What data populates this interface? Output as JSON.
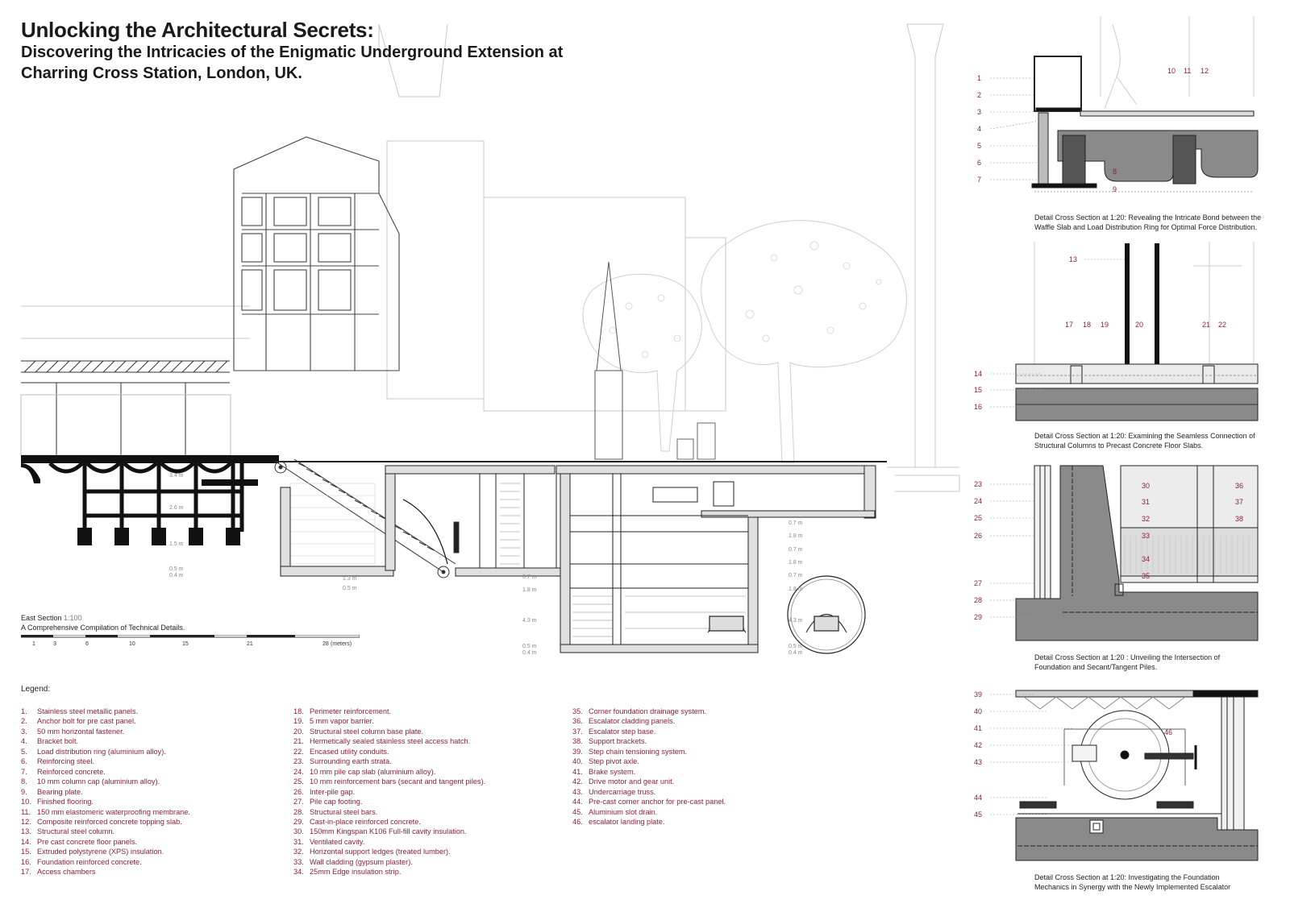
{
  "title": {
    "line1": "Unlocking the Architectural Secrets:",
    "line2": "Discovering the Intricacies of the Enigmatic Underground Extension at",
    "line3": "Charring Cross Station, London, UK."
  },
  "east_section": {
    "caption_main": "East Section",
    "caption_scale": "1:100",
    "caption_sub": "A Comprehensive Compilation of Technical Details.",
    "scale_ticks": [
      "1",
      "3",
      "6",
      "10",
      "15",
      "21",
      "28"
    ],
    "scale_unit": "(meters)",
    "dims_left": [
      "3.4 m",
      "2.6 m",
      "1.5 m",
      "0.5 m",
      "0.4 m",
      "1.3 m",
      "0.5 m"
    ],
    "dims_center": [
      "0.7 m",
      "1.8 m",
      "4.3 m",
      "0.5 m",
      "0.4 m"
    ],
    "dims_right": [
      "0.7 m",
      "1.8 m",
      "0.7 m",
      "1.8 m",
      "0.7 m",
      "1.8 m",
      "4.3 m",
      "0.5 m",
      "0.4 m"
    ]
  },
  "legend": {
    "title": "Legend:",
    "col1": [
      {
        "n": "1.",
        "t": "Stainless steel metallic panels."
      },
      {
        "n": "2.",
        "t": "Anchor bolt for pre cast panel."
      },
      {
        "n": "3.",
        "t": "50 mm horizontal fastener."
      },
      {
        "n": "4.",
        "t": "Bracket bolt."
      },
      {
        "n": "5.",
        "t": "Load distribution ring (aluminium alloy)."
      },
      {
        "n": "6.",
        "t": "Reinforcing steel."
      },
      {
        "n": "7.",
        "t": "Reinforced concrete."
      },
      {
        "n": "8.",
        "t": "10 mm column cap (aluminium alloy)."
      },
      {
        "n": "9.",
        "t": "Bearing plate."
      },
      {
        "n": "10.",
        "t": "Finished flooring."
      },
      {
        "n": "11.",
        "t": "150 mm elastomeric waterproofing membrane."
      },
      {
        "n": "12.",
        "t": "Composite reinforced concrete topping slab."
      },
      {
        "n": "13.",
        "t": "Structural steel column."
      },
      {
        "n": "14.",
        "t": "Pre cast concrete floor panels."
      },
      {
        "n": "15.",
        "t": "Extruded polystyrene (XPS) insulation."
      },
      {
        "n": "16.",
        "t": "Foundation reinforced concrete."
      },
      {
        "n": "17.",
        "t": "Access chambers"
      }
    ],
    "col2": [
      {
        "n": "18.",
        "t": "Perimeter reinforcement."
      },
      {
        "n": "19.",
        "t": "5 mm vapor barrier."
      },
      {
        "n": "20.",
        "t": "Structural steel column base plate."
      },
      {
        "n": "21.",
        "t": "Hermetically sealed stainless steel access hatch."
      },
      {
        "n": "22.",
        "t": "Encased utility conduits."
      },
      {
        "n": "23.",
        "t": "Surrounding earth strata."
      },
      {
        "n": "24.",
        "t": "10 mm pile cap slab (aluminium alloy)."
      },
      {
        "n": "25.",
        "t": "10 mm reinforcement bars (secant and tangent piles)."
      },
      {
        "n": "26.",
        "t": "Inter-pile gap."
      },
      {
        "n": "27.",
        "t": "Pile cap footing."
      },
      {
        "n": "28.",
        "t": "Structural steel bars."
      },
      {
        "n": "29.",
        "t": "Cast-in-place reinforced concrete."
      },
      {
        "n": "30.",
        "t": "150mm Kingspan K106 Full-fill cavity insulation."
      },
      {
        "n": "31.",
        "t": "Ventilated cavity."
      },
      {
        "n": "32.",
        "t": "Horizontal support ledges (treated lumber)."
      },
      {
        "n": "33.",
        "t": "Wall cladding (gypsum plaster)."
      },
      {
        "n": "34.",
        "t": "25mm Edge insulation strip."
      }
    ],
    "col3": [
      {
        "n": "35.",
        "t": "Corner foundation drainage system."
      },
      {
        "n": "36.",
        "t": "Escalator cladding panels."
      },
      {
        "n": "37.",
        "t": "Escalator step base."
      },
      {
        "n": "38.",
        "t": "Support brackets."
      },
      {
        "n": "39.",
        "t": "Step chain tensioning system."
      },
      {
        "n": "40.",
        "t": "Step pivot axle."
      },
      {
        "n": "41.",
        "t": "Brake system."
      },
      {
        "n": "42.",
        "t": "Drive motor and gear unit."
      },
      {
        "n": "43.",
        "t": "Undercarriage truss."
      },
      {
        "n": "44.",
        "t": "Pre-cast corner anchor for pre-cast panel."
      },
      {
        "n": "45.",
        "t": "Aluminium slot drain."
      },
      {
        "n": "46.",
        "t": "escalator landing plate."
      }
    ]
  },
  "details": {
    "d1": {
      "caption1": "Detail Cross Section at 1:20: Revealing the Intricate Bond between the",
      "caption2": "Waffle Slab and Load Distribution Ring for Optimal Force Distribution.",
      "left_nums": [
        "1",
        "2",
        "3",
        "4",
        "5",
        "6",
        "7"
      ],
      "inner_nums": [
        "8",
        "9",
        "10",
        "11",
        "12"
      ]
    },
    "d2": {
      "caption1": "Detail Cross Section at 1:20: Examining the Seamless Connection of",
      "caption2": "Structural Columns to Precast Concrete Floor Slabs.",
      "left_nums": [
        "14",
        "15",
        "16"
      ],
      "inner_nums": [
        "13",
        "17",
        "18",
        "19",
        "20",
        "21",
        "22"
      ]
    },
    "d3": {
      "caption1": "Detail Cross Section at 1:20 : Unveiling the Intersection of",
      "caption2": "Foundation and Secant/Tangent Piles.",
      "left_nums": [
        "23",
        "24",
        "25",
        "26",
        "27",
        "28",
        "29"
      ],
      "inner_nums": [
        "30",
        "31",
        "32",
        "33",
        "34",
        "35",
        "36",
        "37",
        "38"
      ]
    },
    "d4": {
      "caption1": "Detail Cross Section at 1:20: Investigating the Foundation",
      "caption2": "Mechanics in Synergy with the Newly Implemented Escalator",
      "left_nums": [
        "39",
        "40",
        "41",
        "42",
        "43",
        "44",
        "45"
      ],
      "inner_nums": [
        "46"
      ]
    }
  },
  "colors": {
    "accent": "#8c2136",
    "line": "#222222",
    "light_line": "#bbbbbb",
    "fill_gray": "#8a8a8a"
  }
}
